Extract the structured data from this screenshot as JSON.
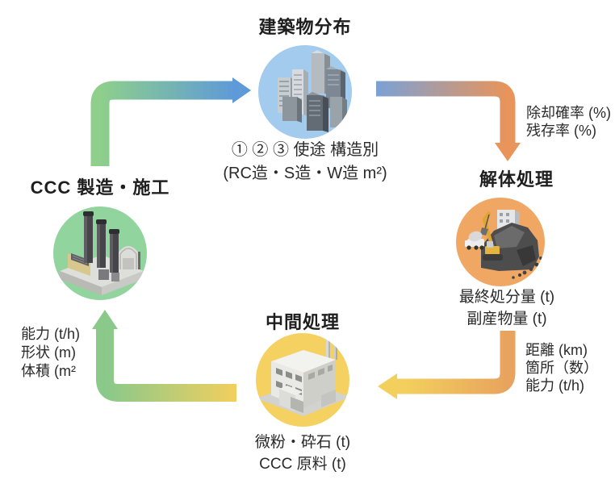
{
  "diagram": {
    "background_color": "#ffffff",
    "text_color": "#222222",
    "nodes": {
      "buildings": {
        "title": "建築物分布",
        "circle_color": "#a3cbee",
        "icon": "city-buildings-illustration",
        "captions": [
          "① ② ③ 使途 構造別",
          "(RC造・S造・W造 m²)"
        ]
      },
      "demolition": {
        "title": "解体処理",
        "circle_color": "#f0a763",
        "icon": "demolition-site-illustration",
        "captions": [
          "最終処分量 (t)",
          "副産物量 (t)"
        ]
      },
      "intermediate": {
        "title": "中間処理",
        "circle_color": "#f5d162",
        "icon": "processing-factory-illustration",
        "captions": [
          "微粉・砕石 (t)",
          "CCC 原料 (t)"
        ]
      },
      "ccc": {
        "title": "CCC 製造・施工",
        "circle_color": "#92d49d",
        "icon": "ccc-plant-illustration"
      }
    },
    "arrows": {
      "ccc_to_buildings": {
        "from_color": "#8ecf8c",
        "to_color": "#5e9ad8",
        "labels": []
      },
      "buildings_to_demolition": {
        "from_color": "#7ba1d6",
        "to_color": "#e8945a",
        "labels": [
          "除却確率 (%)",
          "残存率 (%)"
        ]
      },
      "demolition_to_intermediate": {
        "from_color": "#e8a35e",
        "to_color": "#f3d05e",
        "labels": [
          "距離 (km)",
          "箇所（数）",
          "能力 (t/h)"
        ]
      },
      "intermediate_to_ccc": {
        "from_color": "#f2cf5e",
        "to_color": "#8bc98a",
        "labels": [
          "能力 (t/h)",
          "形状 (m)",
          "体積 (m²"
        ]
      }
    }
  }
}
